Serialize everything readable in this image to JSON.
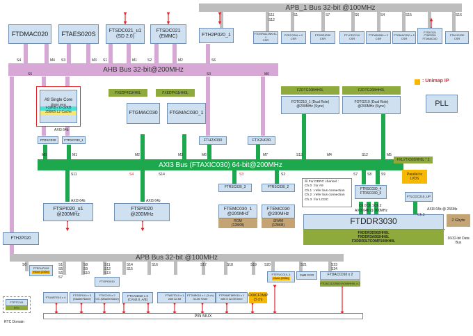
{
  "buses": {
    "apb1": "APB_1 Bus 32-bit @100MHz",
    "ahb": "AHB Bus 32-bit@200MHz",
    "axi": "AXI3 Bus (FTAXIC030) 64-bit@200MHz",
    "apb": "APB Bus 32-bit @100MHz"
  },
  "legend": {
    "unimap": ": Unimap IP",
    "pll": "PLL"
  },
  "top_row": {
    "ftdmac": "FTDMAC020",
    "ftaes": "FTAES020S",
    "sd1_name": "FTSDC021_u1",
    "sd1_sub": "(SD 2.0)",
    "sd2_name": "FTSDC021",
    "sd2_sub": "(EMMC)",
    "fth2p_top": "FTH2P020_1"
  },
  "ahb_ports": [
    "S4",
    "M4",
    "S3",
    "M3",
    "S1",
    "M1",
    "S2",
    "M2",
    "S6",
    "S5",
    "S0"
  ],
  "apb1_slaves": [
    {
      "name": "FTDSPALLINKHL-1",
      "sub": "CSR",
      "port": "S11"
    },
    {
      "name": "FZDTG264 x 2",
      "sub": "CSR",
      "port": "S12"
    },
    {
      "name": "FTDDR3030",
      "sub": "CSR",
      "port": "S1"
    },
    {
      "name": "FTLCDC210",
      "sub": "CSR",
      "port": "S7"
    },
    {
      "name": "FTPWM260 x 2",
      "sub": "CSR",
      "port": "S6"
    },
    {
      "name": "FTGMAC030 x 2",
      "sub": "CSR",
      "port": "S4"
    },
    {
      "name": "FTSDC021 FTAES020 FTDMAC020",
      "sub": "",
      "port": "S15"
    },
    {
      "name": "FTAXIC030",
      "sub": "CSR",
      "port": "S16"
    }
  ],
  "cpu": {
    "title": "A9 Single Core",
    "freq": "@800 MHz",
    "cache1": "I-32KB / D-32KB",
    "cache2": "256KB L2 Cache",
    "bus": "AXI3 64b"
  },
  "bridges": {
    "s030a": "FTRSC030",
    "s030b": "FTRSC030_1",
    "fth2x": "FTH2X030",
    "ftx2h": "FTX2H030",
    "fth2p": "FTH2P020"
  },
  "gmac": {
    "phy1": "FXEDP411HH0L",
    "phy2": "FXEDP411HH0L",
    "mac1": "FTGMAC030",
    "mac2": "FTGMAC030_1"
  },
  "otg": {
    "phy1": "FZDTG26BHH0L",
    "phy2": "FZDTG26BHH0L",
    "c1_name": "FOTG210_1 (Dual Role)",
    "c1_freq": "@200MHz (Sync)",
    "c2_name": "FOTG210 (Dual Role)",
    "c2_freq": "@200MHz (Sync)"
  },
  "axi_ports": [
    "M0",
    "M1",
    "M2",
    "M3",
    "S13",
    "M4",
    "S12",
    "M5",
    "S11",
    "S4",
    "S14",
    "S3",
    "S2",
    "S7",
    "S8",
    "S9"
  ],
  "spi": {
    "u1_name": "FTSPI020_u1",
    "u1_freq": "@200MHz",
    "u0_name": "FTSPI020",
    "u0_freq": "@200MHz",
    "bus": "AXI3 64b"
  },
  "mem": {
    "rsc3": "FTRSC030_3",
    "rsc2": "FTRSC030_2",
    "emc1_name": "FTEMC030_1",
    "emc1_freq": "@200MHz",
    "emc1_mem": "ROM",
    "emc1_size": "(128KB)",
    "emc0_name": "FTEMC030",
    "emc0_freq": "@200MHz",
    "emc0_mem": "SRAM",
    "emc0_size": "(128KB)"
  },
  "ddr_note": {
    "title": "For DDRC channel :",
    "lines": [
      "Ch.0 : for A9",
      "Ch.1 : refer bus connection",
      "Ch.2 : refer bus connection",
      "Ch.3 : for LCDC"
    ]
  },
  "ddr": {
    "rsc4": "FTRSC030_4",
    "rsc5": "FTRSC030_6",
    "ch0": "Ch.0",
    "ch1": "Ch.1",
    "ch2": "Ch.2",
    "ch3": "Ch.3",
    "bus": "AXI3 64b @ 200MHz",
    "name": "FTDDR3030",
    "phy1": "FXDDR3D502HH0L",
    "phy2": "FXDDR3A502HH0L",
    "phy3": "FXDDR3LTCOMP100HH0L",
    "mem": "2 Gbyte",
    "databus": "16/32-bit Data Bus"
  },
  "lvds": {
    "top": "FXLVTX020HH0L * 2",
    "conv": "Parallel to LVDS",
    "lcdc": "FTLCDC210_UP",
    "bus": "AXI3 64b @ 266Ms",
    "ch": "Ch.3"
  },
  "apb_ports": [
    "S0",
    "S1",
    "S8",
    "S9",
    "S10",
    "S11",
    "S12",
    "S13",
    "S14",
    "S15",
    "S16",
    "S17",
    "S18",
    "S19",
    "S20",
    "S21",
    "S23",
    "S24",
    "S5",
    "S6",
    "S7"
  ],
  "apb_slaves": [
    {
      "name": "FTRTC011",
      "sub": "",
      "id": "rtc"
    },
    {
      "name": "FTEFUC010",
      "sub": "efuse (256b)",
      "id": "efuse"
    },
    {
      "name": "FTUART010 x 4",
      "sub": "",
      "id": "uart"
    },
    {
      "name": "FTSSP010 x 3",
      "sub": "(Master/Slave)",
      "id": "ssp"
    },
    {
      "name": "FTIIC010 x 2",
      "sub": "I2C (Master/Slave)",
      "id": "iic"
    },
    {
      "name": "FTGPIO010",
      "sub": "",
      "id": "gpio"
    },
    {
      "name": "FTCAN010 x 2",
      "sub": "(CAN2.0, A/B)",
      "id": "can"
    },
    {
      "name": "FTWDT010 x 1",
      "sub": "with 32-bit",
      "id": "wdt"
    },
    {
      "name": "FTTMR010 x 1 (3 ch)",
      "sub": "32-bit Timer",
      "id": "tmr"
    },
    {
      "name": "FTPWMTMR010 x 1",
      "sub": "with 8 32-bit timer",
      "id": "pwm"
    },
    {
      "name": "FXMCF3MIP",
      "sub": "(3 ch)",
      "id": "mcf"
    },
    {
      "name": "FTEFUC010_1",
      "sub": "efuse (256b)",
      "id": "efuse1"
    },
    {
      "name": "C&B CCR",
      "sub": "",
      "id": "cb"
    },
    {
      "name": "FTDACC010 x 2",
      "sub": "",
      "id": "dac"
    },
    {
      "name": "FTDAC1122B001V000HH0L x 2",
      "sub": "",
      "id": "dacphy"
    }
  ],
  "rtc_domain": "RTC Domain",
  "rtc_sub": "RTC",
  "pinmux": "PIN MUX",
  "colors": {
    "apb": "#bdbdbd",
    "ahb": "#d7a8d6",
    "axi": "#1da84e",
    "block": "#cfe0f0",
    "unimap": "#f6b800",
    "phy": "#8faa3c",
    "ddrphy": "#8faa3c",
    "rom": "#c4a374",
    "arrow": "#e0262b"
  },
  "icons": {
    "unimap_swatch": "orange-square",
    "signal_arrow": "red-double-arrow",
    "note_box": "checkbox-icon"
  }
}
